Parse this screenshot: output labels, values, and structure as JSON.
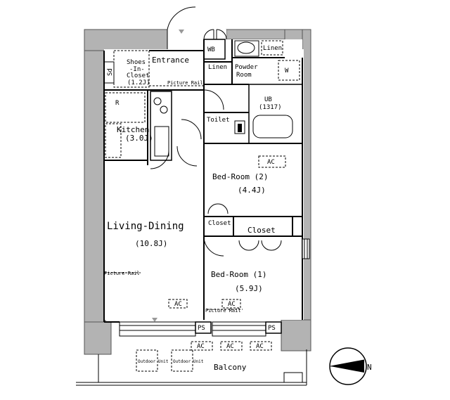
{
  "plan": {
    "rooms": {
      "entrance": "Entrance",
      "shoe_closet_1": "Shoes",
      "shoe_closet_2": "-In-",
      "shoe_closet_3": "Closet",
      "shoe_closet_4": "(1.2J)",
      "sd": "Sd",
      "wb": "WB",
      "linen_top": "Linen",
      "linen_small": "Linen",
      "powder_1": "Powder",
      "powder_2": "Room",
      "w": "W",
      "picture_rail_top": "Picture Rail",
      "ub_1": "UB",
      "ub_2": "(1317)",
      "refrigerator": "R",
      "kitchen_1": "Kitchen",
      "kitchen_2": "(3.0J)",
      "toilet": "Toilet",
      "bed2_name": "Bed-Room (2)",
      "bed2_size": "(4.4J)",
      "ac_bed2": "AC",
      "living_name": "Living-Dining",
      "living_size": "(10.8J)",
      "closet_small": "Closet",
      "closet_big": "Closet",
      "picture_rail_living": "Picture Rail",
      "bed1_name": "Bed-Room (1)",
      "bed1_size": "(5.9J)",
      "ac_living": "AC",
      "ac_bed1": "AC",
      "picture_rail_bed1": "Picture Rail",
      "ps_left": "PS",
      "ps_right": "PS",
      "ac_out_1": "AC",
      "ac_out_2": "AC",
      "ac_out_3": "AC",
      "outdoor_1": "Outdoor Unit",
      "outdoor_2": "Outdoor Unit",
      "balcony": "Balcony"
    },
    "compass": "N"
  }
}
